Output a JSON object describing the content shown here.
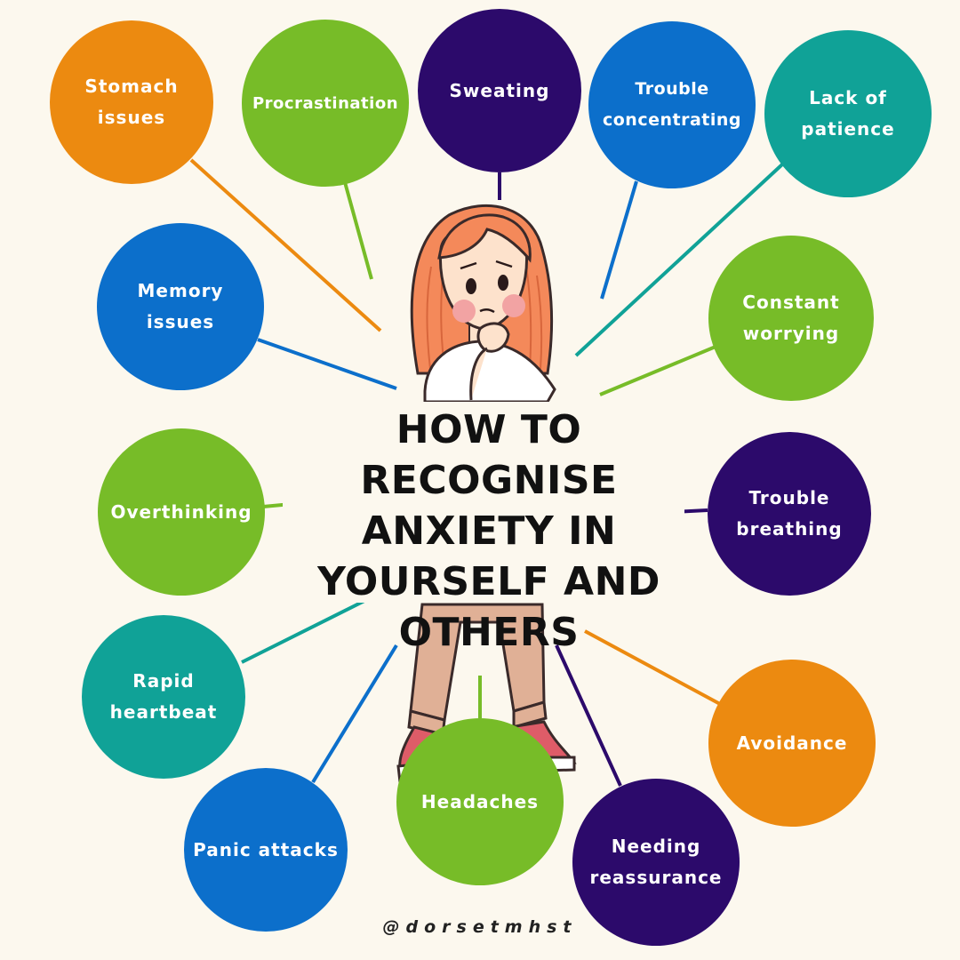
{
  "title": "HOW TO RECOGNISE\nANXIETY IN\nYOURSELF AND\nOTHERS",
  "handle": "@dorsetmhst",
  "colors": {
    "background": "#fcf8ee",
    "orange": "#ec8a10",
    "green": "#77bc28",
    "purple": "#2c0a6b",
    "blue": "#0c6fcb",
    "teal": "#10a297"
  },
  "symptoms": [
    {
      "id": "stomach",
      "label": "Stomach\nissues",
      "color": "#ec8a10"
    },
    {
      "id": "procrastination",
      "label": "Procrastination",
      "color": "#77bc28"
    },
    {
      "id": "sweating",
      "label": "Sweating",
      "color": "#2c0a6b"
    },
    {
      "id": "concentrating",
      "label": "Trouble\nconcentrating",
      "color": "#0c6fcb"
    },
    {
      "id": "patience",
      "label": "Lack of\npatience",
      "color": "#10a297"
    },
    {
      "id": "memory",
      "label": "Memory issues",
      "color": "#0c6fcb"
    },
    {
      "id": "worrying",
      "label": "Constant\nworrying",
      "color": "#77bc28"
    },
    {
      "id": "overthinking",
      "label": "Overthinking",
      "color": "#77bc28"
    },
    {
      "id": "breathing",
      "label": "Trouble\nbreathing",
      "color": "#2c0a6b"
    },
    {
      "id": "heartbeat",
      "label": "Rapid\nheartbeat",
      "color": "#10a297"
    },
    {
      "id": "avoidance",
      "label": "Avoidance",
      "color": "#ec8a10"
    },
    {
      "id": "panic",
      "label": "Panic attacks",
      "color": "#0c6fcb"
    },
    {
      "id": "headaches",
      "label": "Headaches",
      "color": "#77bc28"
    },
    {
      "id": "reassurance",
      "label": "Needing\nreassurance",
      "color": "#2c0a6b"
    }
  ]
}
